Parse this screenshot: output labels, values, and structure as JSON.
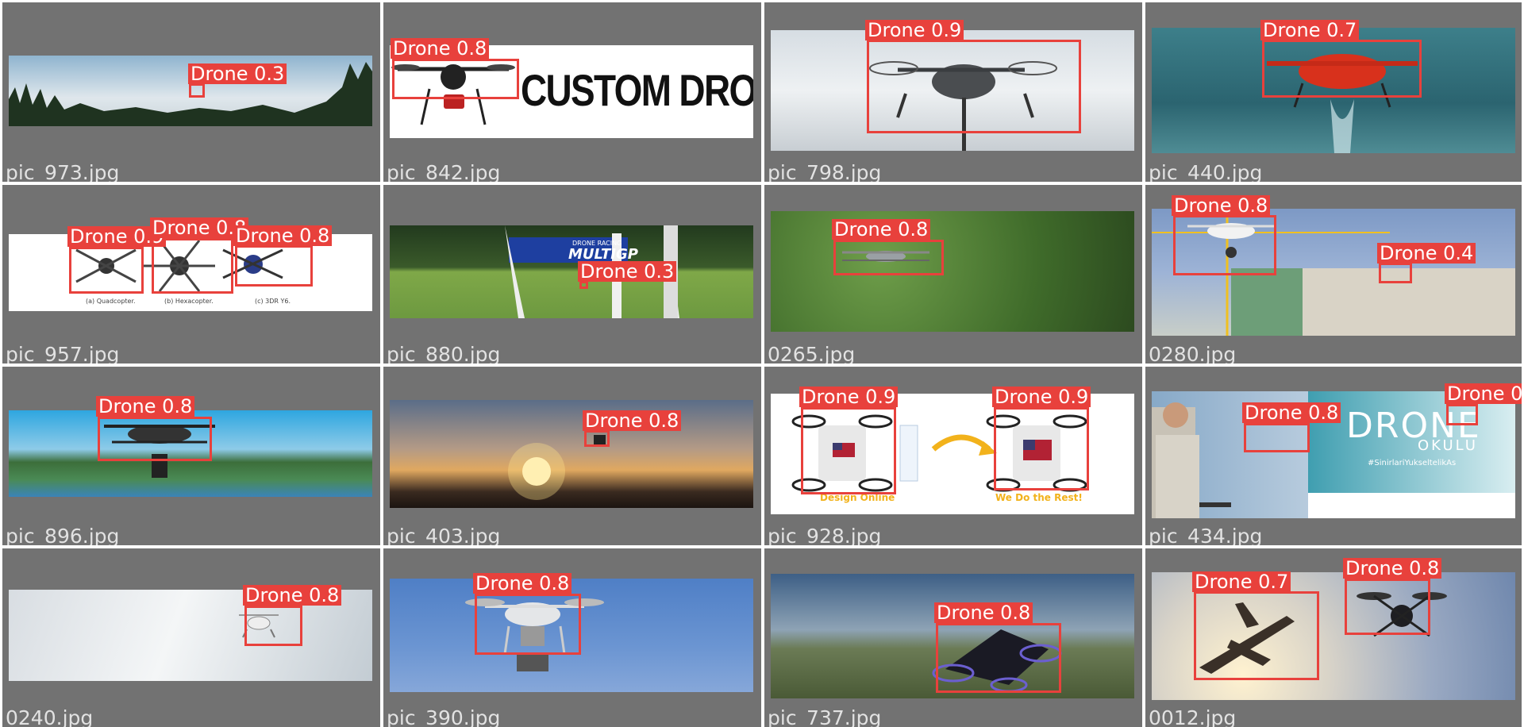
{
  "grid": {
    "images": [
      {
        "filename": "pic_973.jpg",
        "detections": [
          {
            "label": "Drone 0.3"
          }
        ]
      },
      {
        "filename": "pic_842.jpg",
        "banner_text": "CUSTOM DRONES",
        "detections": [
          {
            "label": "Drone 0.8"
          }
        ]
      },
      {
        "filename": "pic_798.jpg",
        "detections": [
          {
            "label": "Drone 0.9"
          }
        ]
      },
      {
        "filename": "pic_440.jpg",
        "detections": [
          {
            "label": "Drone 0.7"
          }
        ]
      },
      {
        "filename": "pic_957.jpg",
        "sub_captions": [
          "(a) Quadcopter.",
          "(b) Hexacopter.",
          "(c) 3DR Y6."
        ],
        "detections": [
          {
            "label": "Drone 0.9"
          },
          {
            "label": "Drone 0.8"
          },
          {
            "label": "Drone 0.8"
          }
        ]
      },
      {
        "filename": "pic_880.jpg",
        "banner_text": "MULTIGP",
        "banner_subtext": "DRONE RACING",
        "detections": [
          {
            "label": "Drone 0.3"
          }
        ]
      },
      {
        "filename": "0265.jpg",
        "detections": [
          {
            "label": "Drone 0.8"
          }
        ]
      },
      {
        "filename": "0280.jpg",
        "detections": [
          {
            "label": "Drone 0.8"
          },
          {
            "label": "Drone 0.4"
          }
        ]
      },
      {
        "filename": "pic_896.jpg",
        "detections": [
          {
            "label": "Drone 0.8"
          }
        ]
      },
      {
        "filename": "pic_403.jpg",
        "detections": [
          {
            "label": "Drone 0.8"
          }
        ]
      },
      {
        "filename": "pic_928.jpg",
        "left_caption": "Design Online",
        "right_caption": "We Do the Rest!",
        "detections": [
          {
            "label": "Drone 0.9"
          },
          {
            "label": "Drone 0.9"
          }
        ]
      },
      {
        "filename": "pic_434.jpg",
        "brand_text": "DRONE",
        "brand_sub": "OKULU",
        "hashtag": "#SinirlariYukseltelikAs",
        "detections": [
          {
            "label": "Drone 0.8"
          },
          {
            "label": "Drone 0"
          }
        ]
      },
      {
        "filename": "0240.jpg",
        "detections": [
          {
            "label": "Drone 0.8"
          }
        ]
      },
      {
        "filename": "pic_390.jpg",
        "detections": [
          {
            "label": "Drone 0.8"
          }
        ]
      },
      {
        "filename": "pic_737.jpg",
        "detections": [
          {
            "label": "Drone 0.8"
          }
        ]
      },
      {
        "filename": "0012.jpg",
        "detections": [
          {
            "label": "Drone 0.7"
          },
          {
            "label": "Drone 0.8"
          }
        ]
      }
    ]
  },
  "colors": {
    "cell_background": "#727272",
    "box": "#e8413c",
    "caption": "#e2e2e2"
  }
}
